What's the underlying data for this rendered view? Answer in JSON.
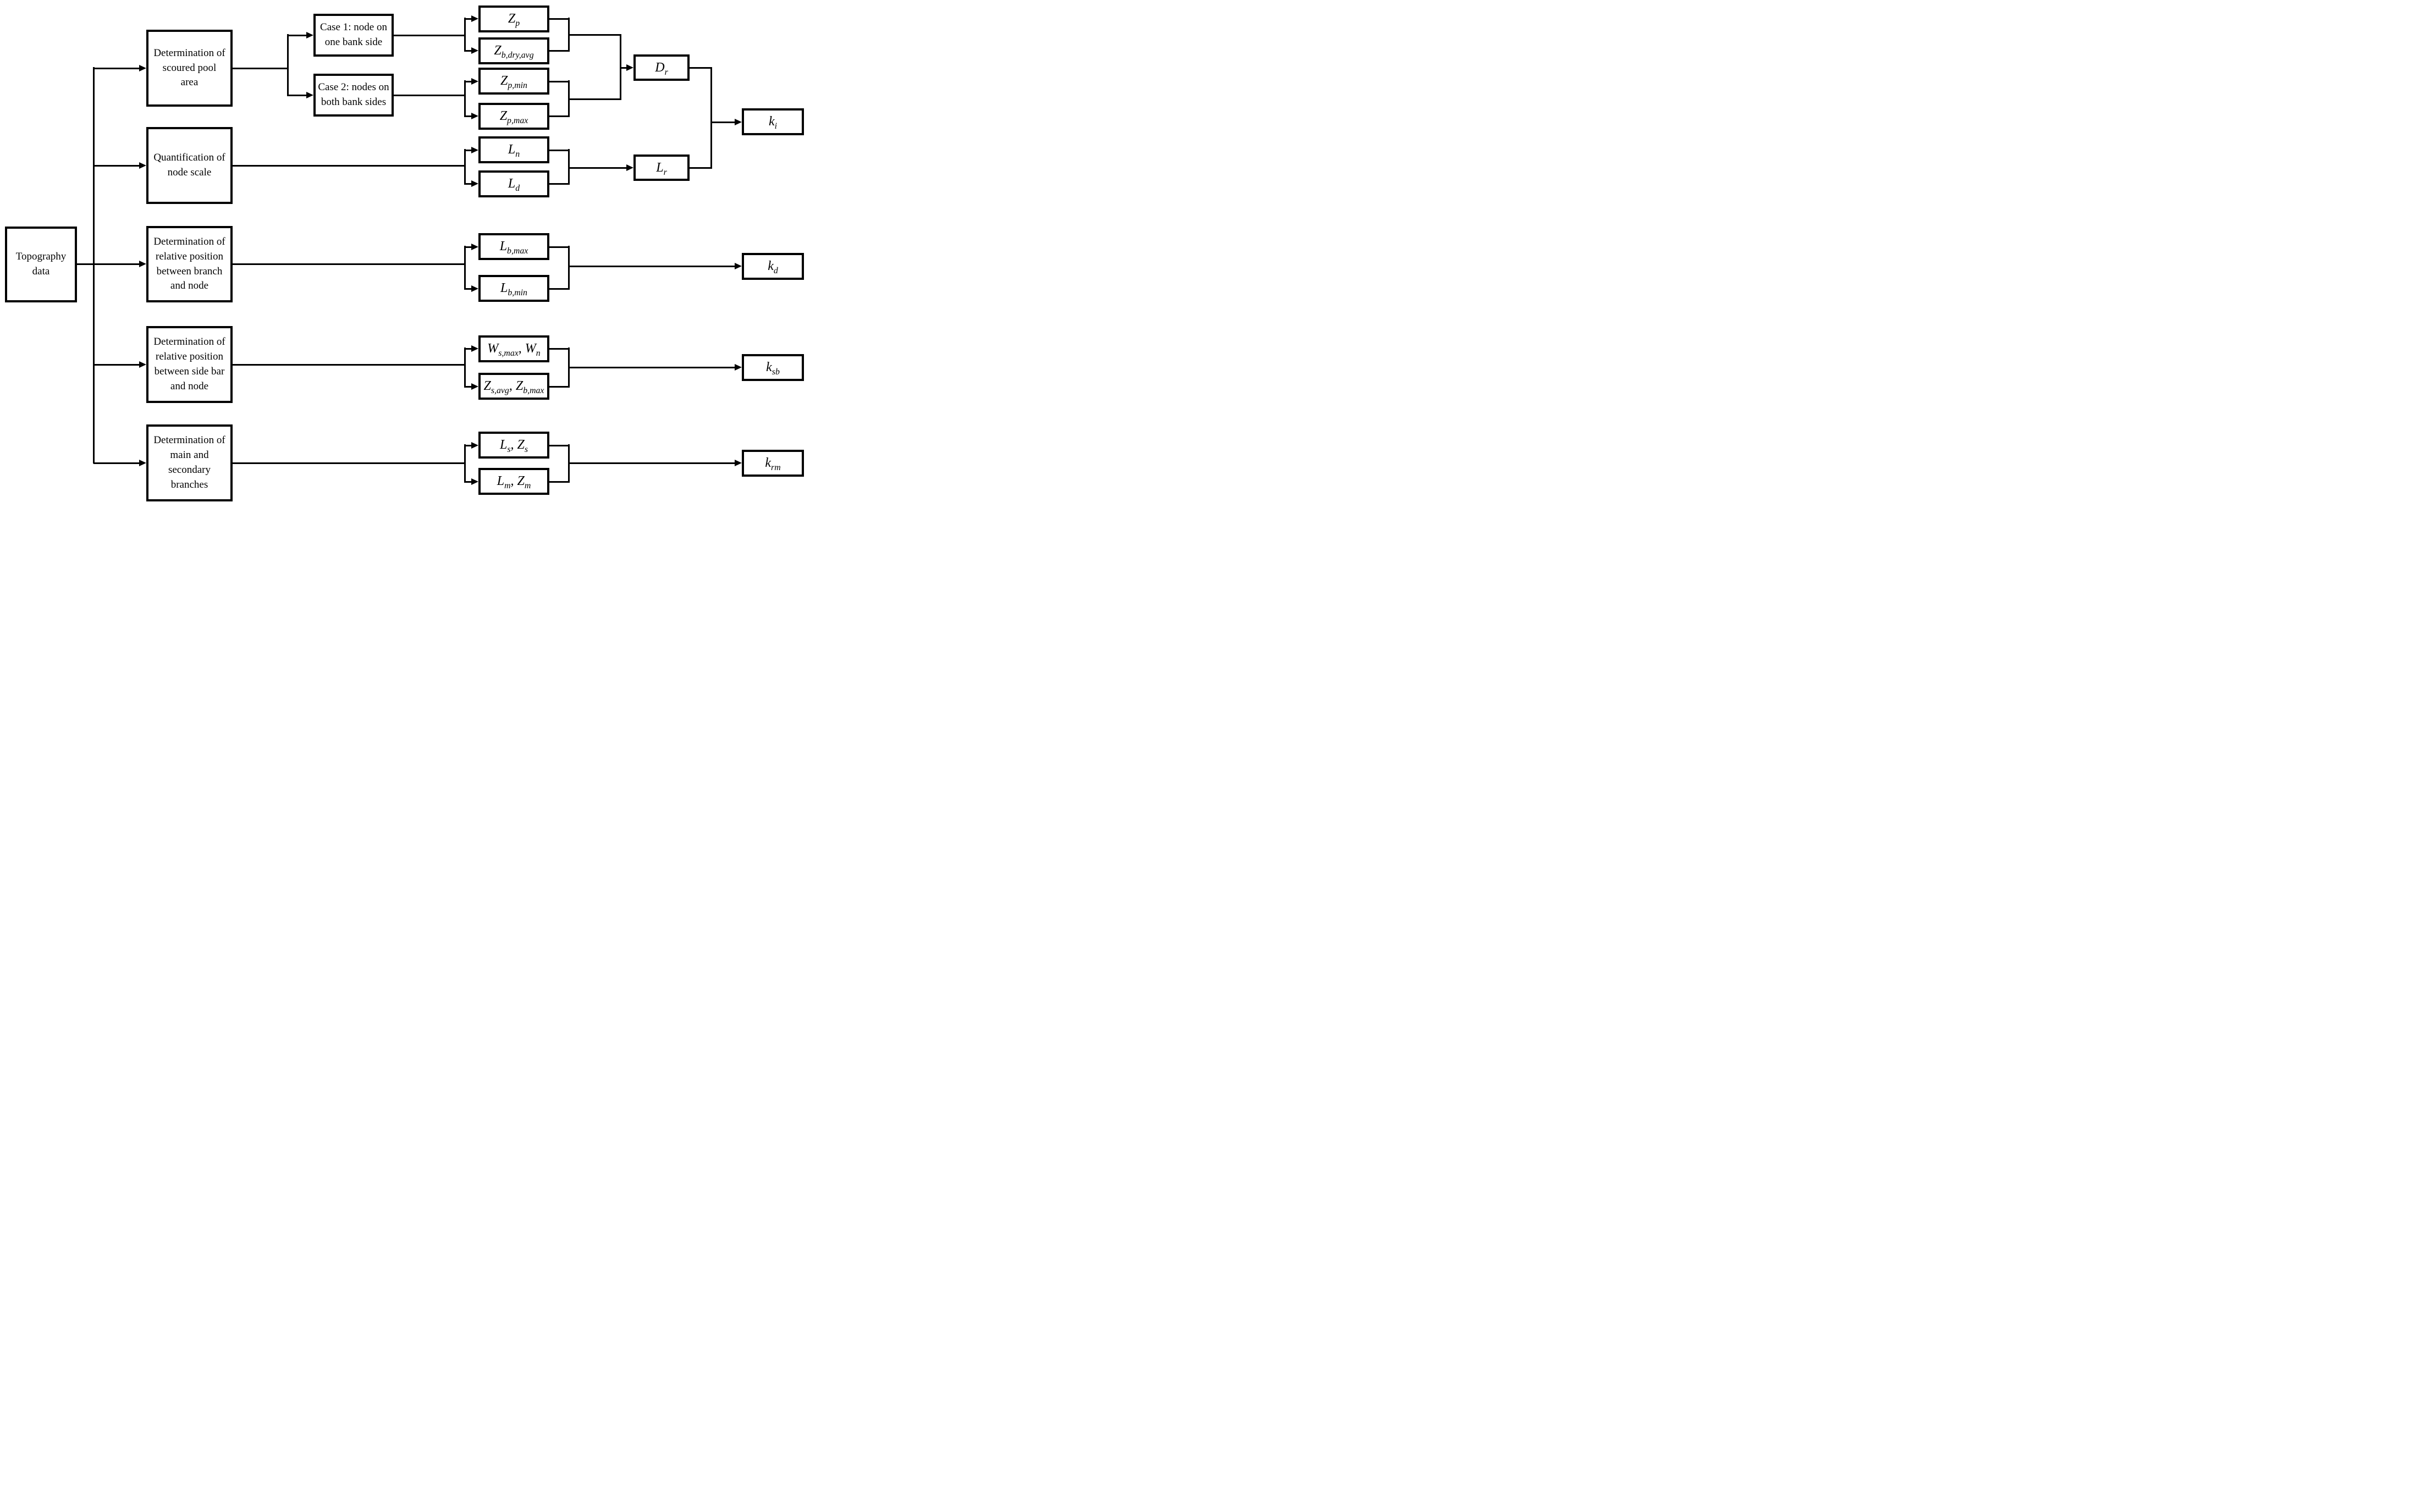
{
  "colors": {
    "line": "#000000",
    "box_border": "#000000",
    "background": "#ffffff"
  },
  "source": {
    "label": "Topography\ndata"
  },
  "processes": [
    {
      "label": "Determination of\nscoured pool\narea"
    },
    {
      "label": "Quantification of\nnode scale"
    },
    {
      "label": "Determination of\nrelative position\nbetween branch\nand node"
    },
    {
      "label": "Determination of\nrelative position\nbetween side bar\nand node"
    },
    {
      "label": "Determination of\nmain and\nsecondary\nbranches"
    }
  ],
  "cases": [
    {
      "label": "Case 1: node on\none bank side"
    },
    {
      "label": "Case 2: nodes on\nboth bank sides"
    }
  ],
  "variables": {
    "zp": {
      "base": "Z",
      "sub": "p"
    },
    "zbdryavg": {
      "base": "Z",
      "sub": "b,dry,avg"
    },
    "zpmin": {
      "base": "Z",
      "sub": "p,min"
    },
    "zpmax": {
      "base": "Z",
      "sub": "p,max"
    },
    "ln": {
      "base": "L",
      "sub": "n"
    },
    "ld": {
      "base": "L",
      "sub": "d"
    },
    "lbmax": {
      "base": "L",
      "sub": "b,max"
    },
    "lbmin": {
      "base": "L",
      "sub": "b,min"
    },
    "ws_wn": {
      "a": {
        "base": "W",
        "sub": "s,max"
      },
      "sep": ", ",
      "b": {
        "base": "W",
        "sub": "n"
      }
    },
    "zs_zb": {
      "a": {
        "base": "Z",
        "sub": "s,avg"
      },
      "sep": ", ",
      "b": {
        "base": "Z",
        "sub": "b,max"
      }
    },
    "ls_zs": {
      "a": {
        "base": "L",
        "sub": "s"
      },
      "sep": ",  ",
      "b": {
        "base": "Z",
        "sub": "s"
      }
    },
    "lm_zm": {
      "a": {
        "base": "L",
        "sub": "m"
      },
      "sep": ",  ",
      "b": {
        "base": "Z",
        "sub": "m"
      }
    },
    "dr": {
      "base": "D",
      "sub": "r"
    },
    "lr": {
      "base": "L",
      "sub": "r"
    },
    "ki": {
      "base": "k",
      "sub": "i"
    },
    "kd": {
      "base": "k",
      "sub": "d"
    },
    "ksb": {
      "base": "k",
      "sub": "sb"
    },
    "krm": {
      "base": "k",
      "sub": "rm"
    }
  }
}
